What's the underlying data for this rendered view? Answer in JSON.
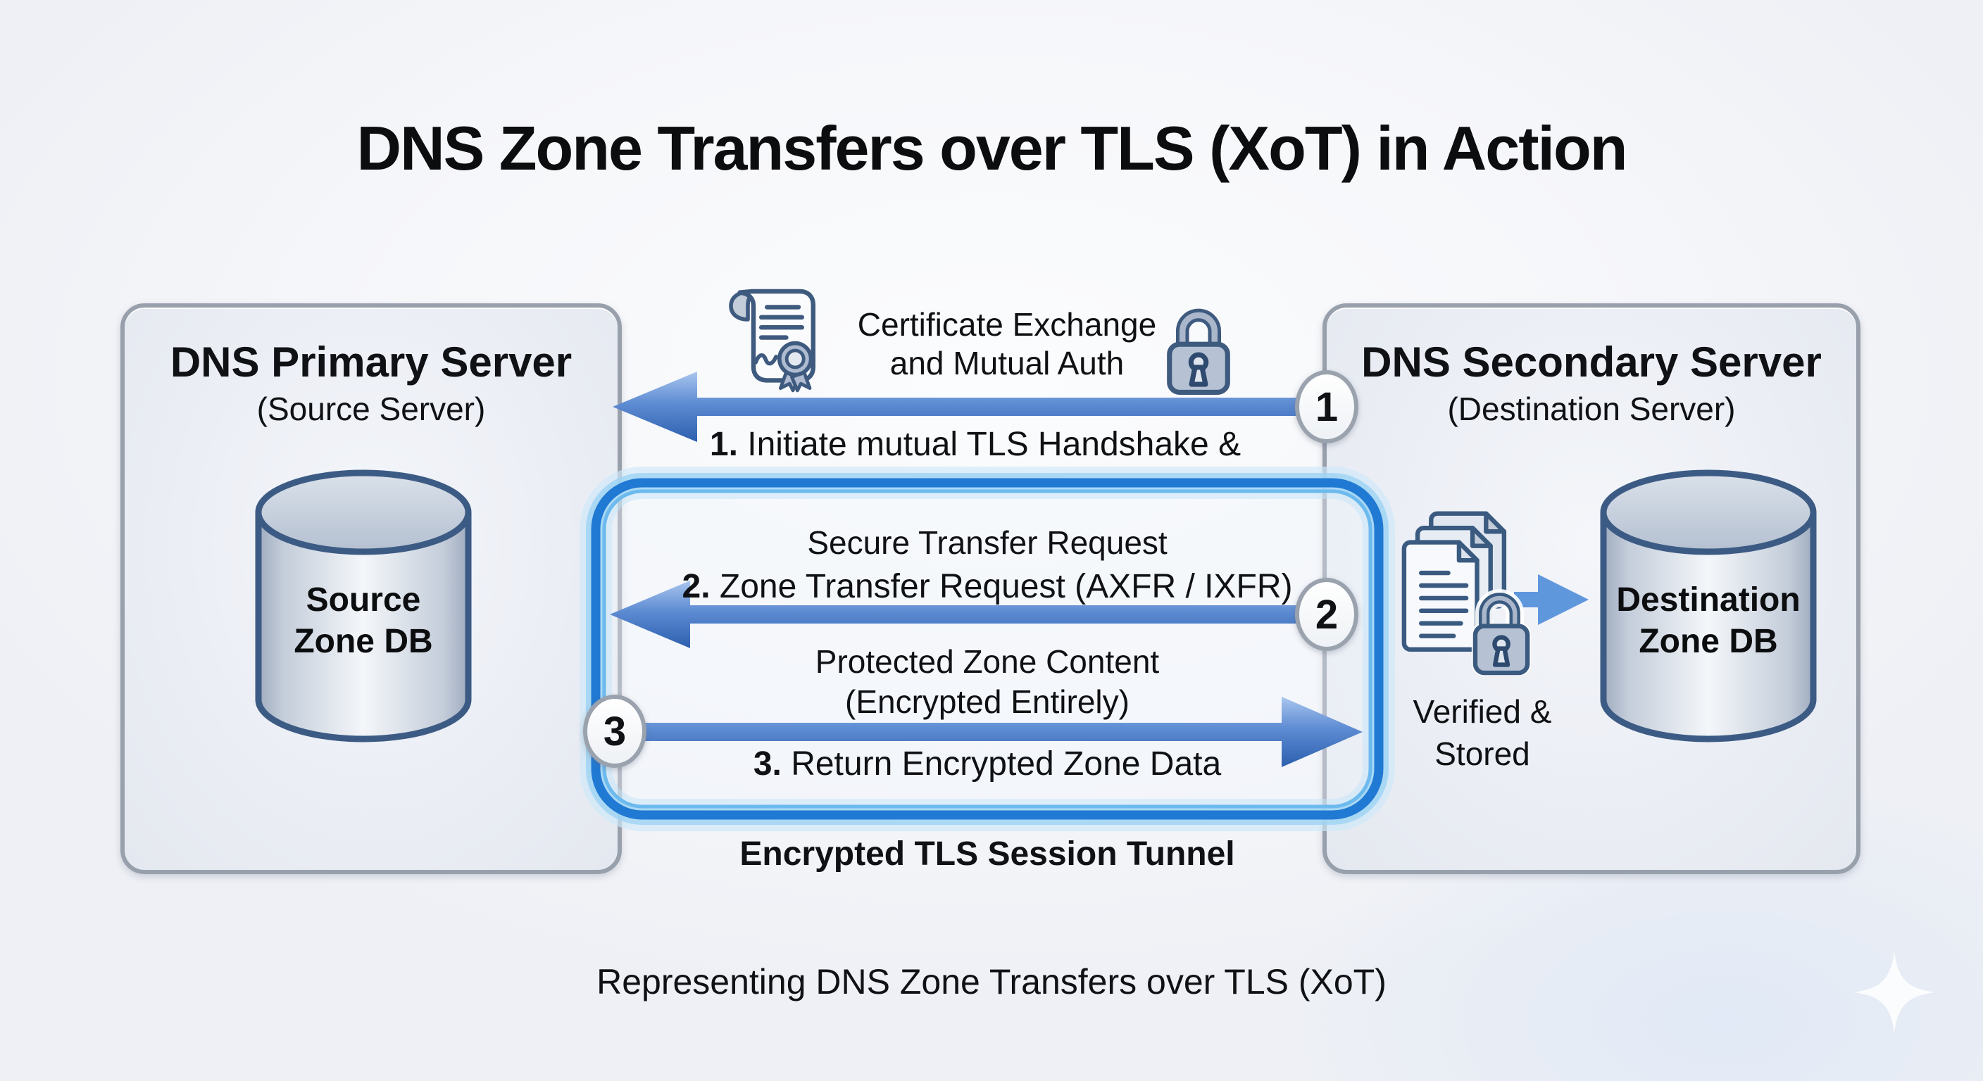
{
  "title": "DNS Zone Transfers over TLS (XoT) in Action",
  "caption": "Representing DNS Zone Transfers over TLS (XoT)",
  "primary_server": {
    "name": "DNS Primary Server",
    "role": "(Source Server)",
    "database": {
      "line1": "Source",
      "line2": "Zone DB"
    }
  },
  "secondary_server": {
    "name": "DNS Secondary Server",
    "role": "(Destination Server)",
    "database": {
      "line1": "Destination",
      "line2": "Zone DB"
    },
    "status": {
      "line1": "Verified &",
      "line2": "Stored"
    }
  },
  "handshake": {
    "step_number": "1",
    "prefix": "1.",
    "label": "Initiate mutual TLS Handshake &",
    "annotation_line1": "Certificate Exchange",
    "annotation_line2": "and Mutual Auth"
  },
  "transfer_request": {
    "step_number": "2",
    "prefix": "2.",
    "label": "Zone Transfer Request (AXFR / IXFR)",
    "annotation": "Secure Transfer Request"
  },
  "zone_data": {
    "step_number": "3",
    "prefix": "3.",
    "label": "Return Encrypted Zone Data",
    "annotation_line1": "Protected Zone Content",
    "annotation_line2": "(Encrypted Entirely)"
  },
  "tunnel": {
    "label": "Encrypted TLS Session Tunnel"
  },
  "icons": [
    "certificate-icon",
    "padlock-icon",
    "documents-lock-icon",
    "sparkle-icon"
  ],
  "colors": {
    "background": "#f7f8fa",
    "box_fill": "#eaedf4",
    "box_border": "#98a0ac",
    "arrow_blue": "#3a6fc0",
    "tunnel_blue": "#2079d3",
    "tunnel_glow": "#9ed3f4",
    "cylinder_outline": "#3c5b84",
    "icon_outline": "#3e5a7e",
    "icon_fill": "#b6c2d4",
    "circle_border": "#9aa2ae",
    "text": "#101114"
  }
}
